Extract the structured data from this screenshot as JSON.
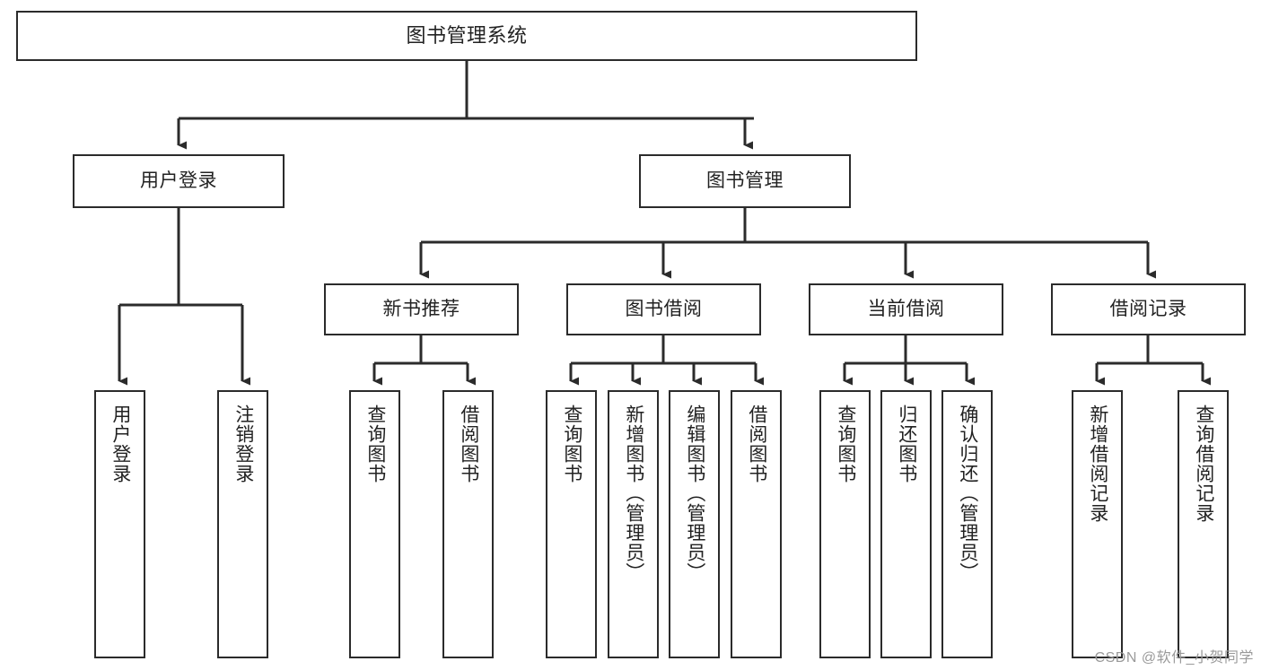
{
  "diagram": {
    "title": "图书管理系统",
    "type": "tree-hierarchy",
    "orientation": "top-down",
    "line_color": "#2b2b2b",
    "box_fill": "#ffffff",
    "text_color": "#222222",
    "root": {
      "id": "root",
      "label": "图书管理系统"
    },
    "level2": [
      {
        "id": "user-login",
        "label": "用户登录"
      },
      {
        "id": "book-manage",
        "label": "图书管理"
      }
    ],
    "level3": [
      {
        "id": "new-book-rec",
        "label": "新书推荐",
        "parent": "book-manage"
      },
      {
        "id": "book-borrow",
        "label": "图书借阅",
        "parent": "book-manage"
      },
      {
        "id": "current-borrow",
        "label": "当前借阅",
        "parent": "book-manage"
      },
      {
        "id": "borrow-record",
        "label": "借阅记录",
        "parent": "book-manage"
      }
    ],
    "leaves": [
      {
        "id": "leaf-user-login",
        "label": "用户登录",
        "parent": "user-login"
      },
      {
        "id": "leaf-logout",
        "label": "注销登录",
        "parent": "user-login"
      },
      {
        "id": "leaf-query-book-1",
        "label": "查询图书",
        "parent": "new-book-rec"
      },
      {
        "id": "leaf-borrow-book-1",
        "label": "借阅图书",
        "parent": "new-book-rec"
      },
      {
        "id": "leaf-query-book-2",
        "label": "查询图书",
        "parent": "book-borrow"
      },
      {
        "id": "leaf-add-book",
        "label": "新增图书（管理员）",
        "parent": "book-borrow"
      },
      {
        "id": "leaf-edit-book",
        "label": "编辑图书（管理员）",
        "parent": "book-borrow"
      },
      {
        "id": "leaf-borrow-book-2",
        "label": "借阅图书",
        "parent": "book-borrow"
      },
      {
        "id": "leaf-query-book-3",
        "label": "查询图书",
        "parent": "current-borrow"
      },
      {
        "id": "leaf-return-book",
        "label": "归还图书",
        "parent": "current-borrow"
      },
      {
        "id": "leaf-confirm-return",
        "label": "确认归还（管理员）",
        "parent": "current-borrow"
      },
      {
        "id": "leaf-add-record",
        "label": "新增借阅记录",
        "parent": "borrow-record"
      },
      {
        "id": "leaf-query-record",
        "label": "查询借阅记录",
        "parent": "borrow-record"
      }
    ]
  },
  "watermark": {
    "text": "CSDN @软件_小贺同学"
  }
}
